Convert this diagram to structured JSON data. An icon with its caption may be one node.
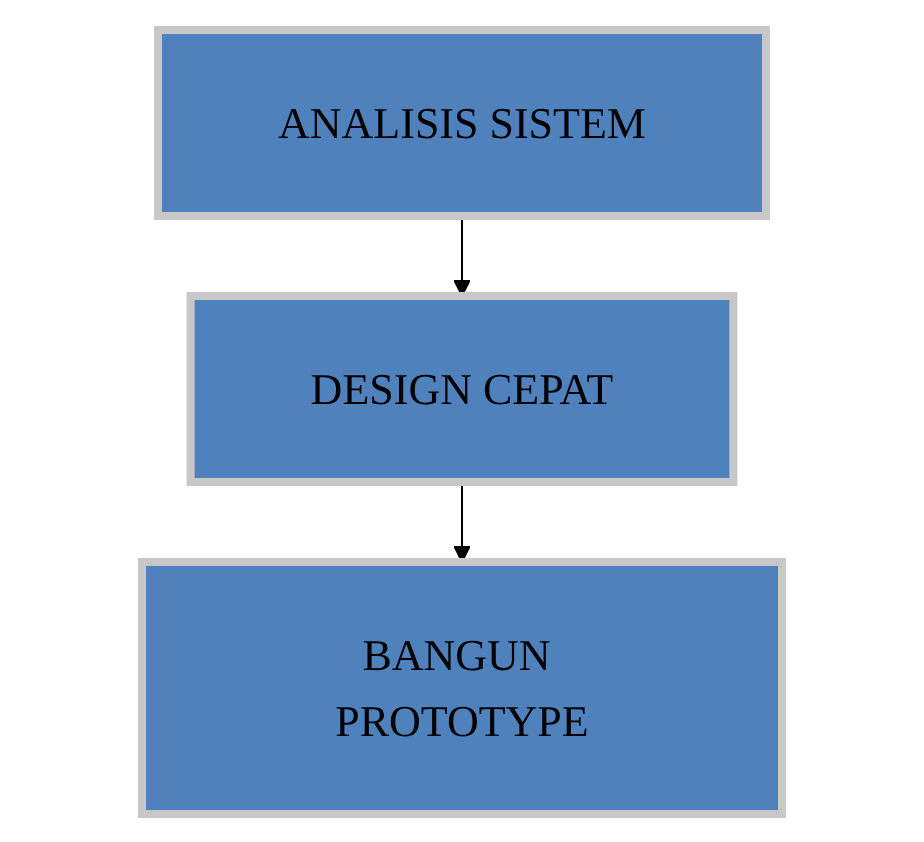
{
  "diagram": {
    "nodes": [
      {
        "text": [
          "ANALISIS SISTEM"
        ]
      },
      {
        "text": [
          "DESIGN CEPAT"
        ]
      },
      {
        "text": [
          "BANGUN PROTOTYPE"
        ]
      }
    ],
    "edges": [
      {
        "from": 0,
        "to": 1,
        "arrow": "to"
      },
      {
        "from": 1,
        "to": 2,
        "arrow": "to"
      }
    ]
  }
}
